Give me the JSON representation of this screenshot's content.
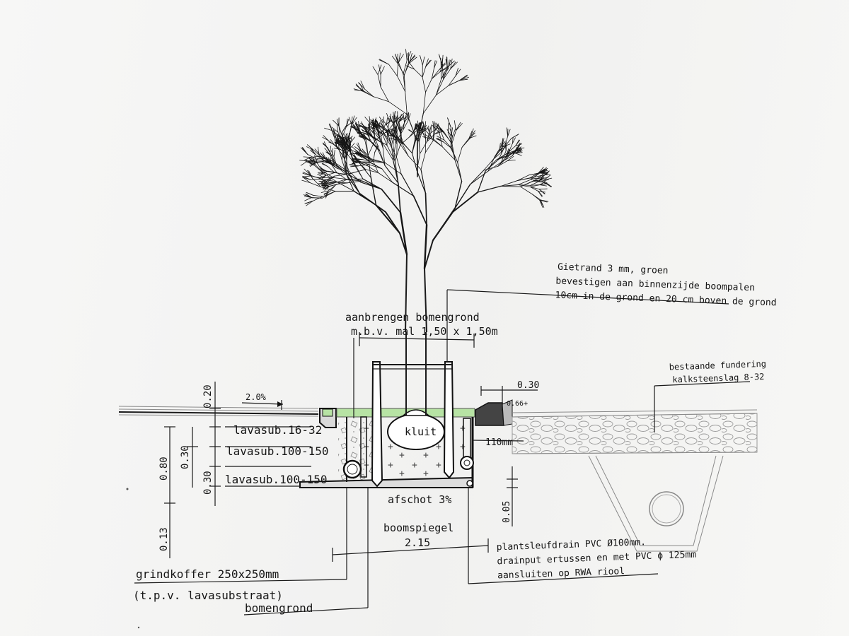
{
  "labels": {
    "gietrand_1": "Gietrand 3 mm, groen",
    "gietrand_2": "bevestigen aan binnenzijde boompalen",
    "gietrand_3": "10cm in de grond en 20 cm boven de grond",
    "aanbrengen_1": "aanbrengen bomengrond",
    "aanbrengen_2": "m.b.v. mal 1,50 x 1,50m",
    "fundering_1": "bestaande fundering",
    "fundering_2": "kalksteenslag 8-32",
    "slope": "2.0%",
    "kluit": "kluit",
    "lavasub_1": "lavasub.16-32",
    "lavasub_2": "lavasub.100-150",
    "lavasub_3": "lavasub.100-150",
    "dim_020": "0.20",
    "dim_080": "0.80",
    "dim_030a": "0.30",
    "dim_030b": "0.30",
    "dim_013": "0.13",
    "dim_030_top": "0.30",
    "level_066": "0.66+",
    "dim_110": "110mm",
    "dim_005": "0.05",
    "afschot": "afschot 3%",
    "boomspiegel": "boomspiegel",
    "boomspiegel_dim": "2.15",
    "drain_1": "plantsleufdrain PVC Ø100mm.",
    "drain_2": "drainput ertussen en met PVC ϕ 125mm",
    "drain_3": "aansluiten op RWA riool",
    "grindkoffer_1": "grindkoffer 250x250mm",
    "grindkoffer_2": "(t.p.v. lavasubstraat)",
    "bomengrond": "bomengrond"
  },
  "colors": {
    "ink": "#161616",
    "green_strip": "#b7e3a4",
    "paper": "#f4f4f2"
  }
}
